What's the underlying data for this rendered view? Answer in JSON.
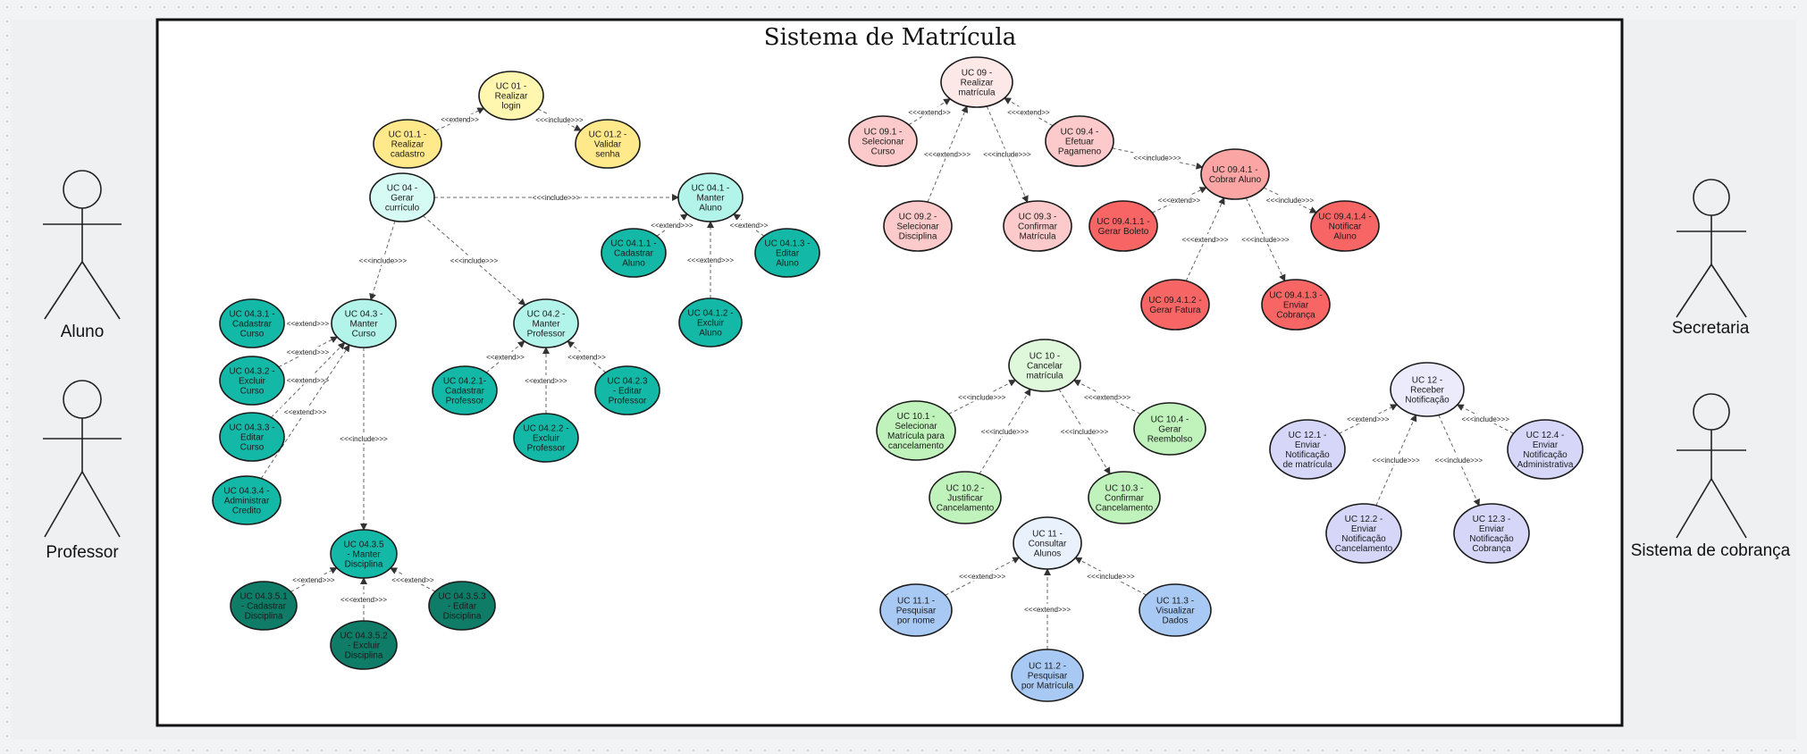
{
  "title": "Sistema de Matrícula",
  "actors": {
    "aluno": "Aluno",
    "professor": "Professor",
    "secretaria": "Secretaria",
    "sistema_cobranca": "Sistema de cobrança"
  },
  "use_cases": [
    {
      "id": "uc01",
      "lines": [
        "UC 01 -",
        "Realizar",
        "login"
      ],
      "color": "#fff7b0"
    },
    {
      "id": "uc011",
      "lines": [
        "UC  01.1 -",
        "Realizar",
        "cadastro"
      ],
      "color": "#ffe98a"
    },
    {
      "id": "uc012",
      "lines": [
        "UC 01.2 -",
        "Validar",
        "senha"
      ],
      "color": "#ffe98a"
    },
    {
      "id": "uc04",
      "lines": [
        "UC 04 -",
        "Gerar",
        "currículo"
      ],
      "color": "#d6fbf4"
    },
    {
      "id": "uc041",
      "lines": [
        "UC 04.1 -",
        "Manter",
        "Aluno"
      ],
      "color": "#b2f3ea"
    },
    {
      "id": "uc0411",
      "lines": [
        "UC 04.1.1 -",
        "Cadastrar",
        "Aluno"
      ],
      "color": "#14b8a6"
    },
    {
      "id": "uc0413",
      "lines": [
        "UC 04.1.3 -",
        "Editar",
        "Aluno"
      ],
      "color": "#14b8a6"
    },
    {
      "id": "uc0412",
      "lines": [
        "UC 04.1.2 -",
        "Excluir",
        "Aluno"
      ],
      "color": "#14b8a6"
    },
    {
      "id": "uc043",
      "lines": [
        "UC 04.3 -",
        "Manter",
        "Curso"
      ],
      "color": "#b2f3ea"
    },
    {
      "id": "uc0431",
      "lines": [
        "UC 04.3.1 -",
        "Cadastrar",
        "Curso"
      ],
      "color": "#14b8a6"
    },
    {
      "id": "uc0432",
      "lines": [
        "UC 04.3.2 -",
        "Excluir",
        "Curso"
      ],
      "color": "#14b8a6"
    },
    {
      "id": "uc0433",
      "lines": [
        "UC 04.3.3 -",
        "Editar",
        "Curso"
      ],
      "color": "#14b8a6"
    },
    {
      "id": "uc0434",
      "lines": [
        "UC 04.3.4 -",
        "Administrar",
        "Credito"
      ],
      "color": "#14b8a6"
    },
    {
      "id": "uc042",
      "lines": [
        "UC 04.2 -",
        "Manter",
        "Professor"
      ],
      "color": "#b2f3ea"
    },
    {
      "id": "uc0421",
      "lines": [
        "UC 04.2.1-",
        "Cadastrar",
        "Professor"
      ],
      "color": "#14b8a6"
    },
    {
      "id": "uc0423",
      "lines": [
        "UC  04.2.3",
        "- Editar",
        "Professor"
      ],
      "color": "#14b8a6"
    },
    {
      "id": "uc0422",
      "lines": [
        "UC 04.2.2 -",
        "Excluir",
        "Professor"
      ],
      "color": "#14b8a6"
    },
    {
      "id": "uc0435",
      "lines": [
        "UC 04.3.5",
        "- Manter",
        "Disciplina"
      ],
      "color": "#14b8a6"
    },
    {
      "id": "uc04351",
      "lines": [
        "UC 04.3.5.1",
        "- Cadastrar",
        "Disciplina"
      ],
      "color": "#0e7c66"
    },
    {
      "id": "uc04352",
      "lines": [
        "UC 04.3.5.2",
        "- Excluir",
        "Disciplina"
      ],
      "color": "#0e7c66"
    },
    {
      "id": "uc04353",
      "lines": [
        "UC 04.3.5.3",
        "- Editar",
        "Disciplina"
      ],
      "color": "#0e7c66"
    },
    {
      "id": "uc09",
      "lines": [
        "UC 09 -",
        "Realizar",
        "matrícula"
      ],
      "color": "#fde8e8"
    },
    {
      "id": "uc091",
      "lines": [
        "UC 09.1 -",
        "Selecionar",
        "Curso"
      ],
      "color": "#fccaca"
    },
    {
      "id": "uc092",
      "lines": [
        "UC 09.2 -",
        "Selecionar",
        "Disciplina"
      ],
      "color": "#fccaca"
    },
    {
      "id": "uc093",
      "lines": [
        "UC 09.3 -",
        "Confirmar",
        "Matrícula"
      ],
      "color": "#fccaca"
    },
    {
      "id": "uc094",
      "lines": [
        "UC 09.4 -",
        "Efetuar",
        "Pagameno"
      ],
      "color": "#fccaca"
    },
    {
      "id": "uc0941",
      "lines": [
        "UC 09.4.1 -",
        "Cobrar Aluno"
      ],
      "color": "#fba5a5"
    },
    {
      "id": "uc09411",
      "lines": [
        "UC 09.4.1.1 -",
        "Gerar Boleto"
      ],
      "color": "#f76565"
    },
    {
      "id": "uc09412",
      "lines": [
        "UC 09.4.1.2 -",
        "Gerar Fatura"
      ],
      "color": "#f76565"
    },
    {
      "id": "uc09413",
      "lines": [
        "UC 09.4.1.3 -",
        "Enviar",
        "Cobrança"
      ],
      "color": "#f76565"
    },
    {
      "id": "uc09414",
      "lines": [
        "UC 09.4.1.4 -",
        "Notificar",
        "Aluno"
      ],
      "color": "#f76565"
    },
    {
      "id": "uc10",
      "lines": [
        "UC 10 -",
        "Cancelar",
        "matrícula"
      ],
      "color": "#dff8dc"
    },
    {
      "id": "uc101",
      "lines": [
        "UC 10.1 -",
        "Selecionar",
        "Matrícula para",
        "cancelamento"
      ],
      "color": "#c0f2bb"
    },
    {
      "id": "uc102",
      "lines": [
        "UC 10.2 -",
        "Justificar",
        "Cancelamento"
      ],
      "color": "#c0f2bb"
    },
    {
      "id": "uc103",
      "lines": [
        "UC 10.3 -",
        "Confirmar",
        "Cancelamento"
      ],
      "color": "#c0f2bb"
    },
    {
      "id": "uc104",
      "lines": [
        "UC 10.4 -",
        "Gerar",
        "Reembolso"
      ],
      "color": "#c0f2bb"
    },
    {
      "id": "uc11",
      "lines": [
        "UC 11 -",
        "Consultar",
        "Alunos"
      ],
      "color": "#e8f1fc"
    },
    {
      "id": "uc111",
      "lines": [
        "UC 11.1 -",
        "Pesquisar",
        "por nome"
      ],
      "color": "#a9c9f5"
    },
    {
      "id": "uc112",
      "lines": [
        "UC 11.2 -",
        "Pesquisar",
        "por Matrícula"
      ],
      "color": "#a9c9f5"
    },
    {
      "id": "uc113",
      "lines": [
        "UC 11.3 -",
        "Visualizar",
        "Dados"
      ],
      "color": "#a9c9f5"
    },
    {
      "id": "uc12",
      "lines": [
        "UC 12 -",
        "Receber",
        "Notificação"
      ],
      "color": "#ebebfc"
    },
    {
      "id": "uc121",
      "lines": [
        "UC 12.1 -",
        "Enviar",
        "Notificação",
        "de matrícula"
      ],
      "color": "#d6d6f9"
    },
    {
      "id": "uc122",
      "lines": [
        "UC 12.2 -",
        "Enviar",
        "Notificação",
        "Cancelamento"
      ],
      "color": "#d6d6f9"
    },
    {
      "id": "uc123",
      "lines": [
        "UC 12.3 -",
        "Enviar",
        "Notificação",
        "Cobrança"
      ],
      "color": "#d6d6f9"
    },
    {
      "id": "uc124",
      "lines": [
        "UC 12.4 -",
        "Enviar",
        "Notificação",
        "Administrativa"
      ],
      "color": "#d6d6f9"
    }
  ],
  "relationships": [
    {
      "from": "uc011",
      "to": "uc01",
      "label": "<<extend>>"
    },
    {
      "from": "uc01",
      "to": "uc012",
      "label": "<<<include>>>"
    },
    {
      "from": "uc04",
      "to": "uc041",
      "label": "<<<include>>>"
    },
    {
      "from": "uc04",
      "to": "uc043",
      "label": "<<<include>>>"
    },
    {
      "from": "uc04",
      "to": "uc042",
      "label": "<<<include>>>"
    },
    {
      "from": "uc0411",
      "to": "uc041",
      "label": "<<extend>>>"
    },
    {
      "from": "uc0413",
      "to": "uc041",
      "label": "<<extend>>"
    },
    {
      "from": "uc0412",
      "to": "uc041",
      "label": "<<<extend>>>"
    },
    {
      "from": "uc0431",
      "to": "uc043",
      "label": "<<extend>>>"
    },
    {
      "from": "uc0432",
      "to": "uc043",
      "label": "<<extend>>>"
    },
    {
      "from": "uc0433",
      "to": "uc043",
      "label": "<<extend>>>"
    },
    {
      "from": "uc0434",
      "to": "uc043",
      "label": "<<extend>>>"
    },
    {
      "from": "uc043",
      "to": "uc0435",
      "label": "<<<include>>>"
    },
    {
      "from": "uc0421",
      "to": "uc042",
      "label": "<<extend>>"
    },
    {
      "from": "uc0423",
      "to": "uc042",
      "label": "<<extend>>"
    },
    {
      "from": "uc0422",
      "to": "uc042",
      "label": "<<extend>>>"
    },
    {
      "from": "uc04351",
      "to": "uc0435",
      "label": "<<extend>>>"
    },
    {
      "from": "uc04353",
      "to": "uc0435",
      "label": "<<<extend>>"
    },
    {
      "from": "uc04352",
      "to": "uc0435",
      "label": "<<<extend>>>"
    },
    {
      "from": "uc091",
      "to": "uc09",
      "label": "<<<extend>>"
    },
    {
      "from": "uc092",
      "to": "uc09",
      "label": "<<<extend>>>"
    },
    {
      "from": "uc09",
      "to": "uc093",
      "label": "<<<include>>>"
    },
    {
      "from": "uc094",
      "to": "uc09",
      "label": "<<<extend>>"
    },
    {
      "from": "uc094",
      "to": "uc0941",
      "label": "<<<include>>>"
    },
    {
      "from": "uc09411",
      "to": "uc0941",
      "label": "<<<extend>>"
    },
    {
      "from": "uc09412",
      "to": "uc0941",
      "label": "<<<extend>>>"
    },
    {
      "from": "uc0941",
      "to": "uc09413",
      "label": "<<<include>>>"
    },
    {
      "from": "uc0941",
      "to": "uc09414",
      "label": "<<<include>>>"
    },
    {
      "from": "uc101",
      "to": "uc10",
      "label": "<<<include>>>"
    },
    {
      "from": "uc102",
      "to": "uc10",
      "label": "<<<include>>>"
    },
    {
      "from": "uc10",
      "to": "uc103",
      "label": "<<<include>>>"
    },
    {
      "from": "uc104",
      "to": "uc10",
      "label": "<<<extend>>>"
    },
    {
      "from": "uc111",
      "to": "uc11",
      "label": "<<<extend>>>"
    },
    {
      "from": "uc112",
      "to": "uc11",
      "label": "<<<extend>>>"
    },
    {
      "from": "uc113",
      "to": "uc11",
      "label": "<<<include>>>"
    },
    {
      "from": "uc121",
      "to": "uc12",
      "label": "<<extend>>>"
    },
    {
      "from": "uc122",
      "to": "uc12",
      "label": "<<<include>>>"
    },
    {
      "from": "uc12",
      "to": "uc123",
      "label": "<<<include>>>"
    },
    {
      "from": "uc124",
      "to": "uc12",
      "label": "<<<include>>>"
    }
  ]
}
